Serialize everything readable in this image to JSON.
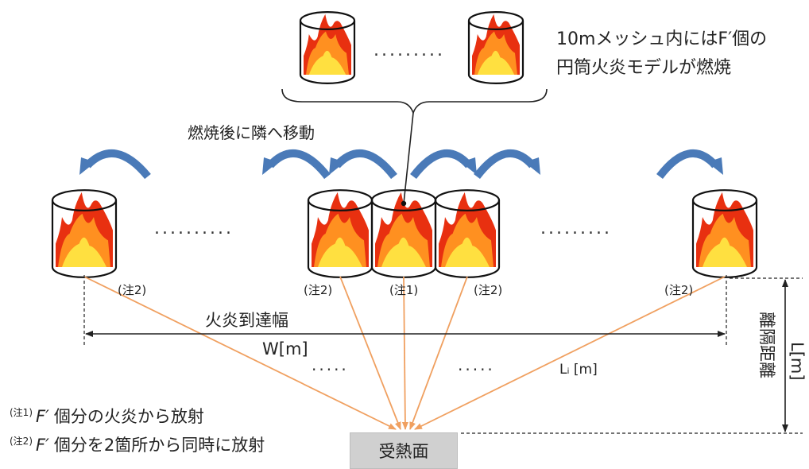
{
  "mesh_note": {
    "line1": "10mメッシュ内にはF′個の",
    "line2": "円筒火炎モデルが燃焼"
  },
  "move_label": "燃焼後に隣へ移動",
  "top_dots": ".........",
  "row_dots_left": "..........",
  "row_dots_right": ".........",
  "mid_dots_left": ".....",
  "mid_dots_right": ".....",
  "flame_notes": [
    "(注2)",
    "(注2)",
    "(注1)",
    "(注2)",
    "(注2)"
  ],
  "width_label": "火炎到達幅",
  "width_symbol": "W[m]",
  "distance_symbol": "Lᵢ [m]",
  "separation_label": "離隔距離",
  "separation_symbol": "L[m]",
  "receiver_label": "受熱面",
  "footnotes": [
    {
      "mark": "(注1)",
      "symbol": "F′",
      "text": "個分の火炎から放射"
    },
    {
      "mark": "(注2)",
      "symbol": "F′",
      "text": "個分を2箇所から同時に放射"
    }
  ],
  "colors": {
    "arrow": "#4a7ab8",
    "ray": "#f0a060",
    "flame_outer": "#e83010",
    "flame_mid": "#ff9020",
    "flame_inner": "#ffe040"
  }
}
